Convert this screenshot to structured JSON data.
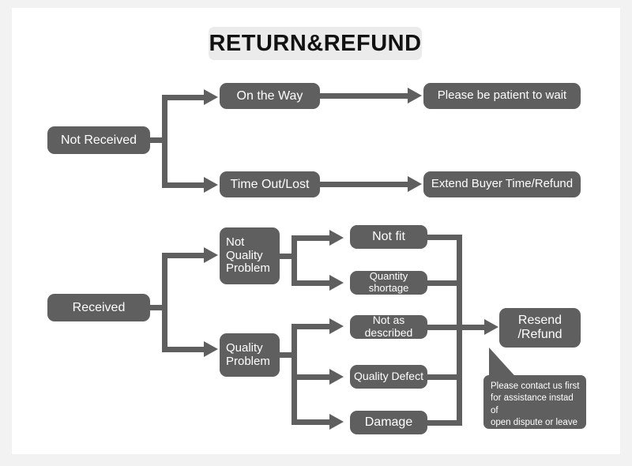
{
  "page": {
    "title": "RETURN&REFUND",
    "background_color": "#f2f2f2",
    "canvas_color": "#ffffff",
    "node_color": "#5f5f5f",
    "node_text_color": "#ffffff",
    "title_box_color": "#ebebeb",
    "title_text_color": "#111111",
    "connector_color": "#5f5f5f"
  },
  "diagram": {
    "type": "flowchart",
    "branches": [
      {
        "root": "Not Received",
        "children": [
          {
            "label": "On the Way",
            "outcome": "Please be patient to wait"
          },
          {
            "label": "Time Out/Lost",
            "outcome": "Extend Buyer Time/Refund"
          }
        ]
      },
      {
        "root": "Received",
        "children": [
          {
            "label": "Not\nQuality\nProblem",
            "reasons": [
              "Not fit",
              "Quantity shortage"
            ]
          },
          {
            "label": "Quality\nProblem",
            "reasons": [
              "Not as described",
              "Quality Defect",
              "Damage"
            ]
          }
        ],
        "outcome": "Resend\n/Refund"
      }
    ]
  },
  "nodes": {
    "not_received": "Not Received",
    "on_the_way": "On the Way",
    "time_out_lost": "Time Out/Lost",
    "please_wait": "Please be patient to wait",
    "extend_buyer": "Extend Buyer Time/Refund",
    "received": "Received",
    "not_quality_problem": "Not\nQuality\nProblem",
    "quality_problem": "Quality\nProblem",
    "not_fit": "Not fit",
    "quantity_shortage": "Quantity shortage",
    "not_as_described": "Not as described",
    "quality_defect": "Quality Defect",
    "damage": "Damage",
    "resend_refund": "Resend\n/Refund"
  },
  "callout": {
    "text": "Please contact us first\nfor assistance instad of\nopen dispute or leave\nnegative feedback."
  }
}
